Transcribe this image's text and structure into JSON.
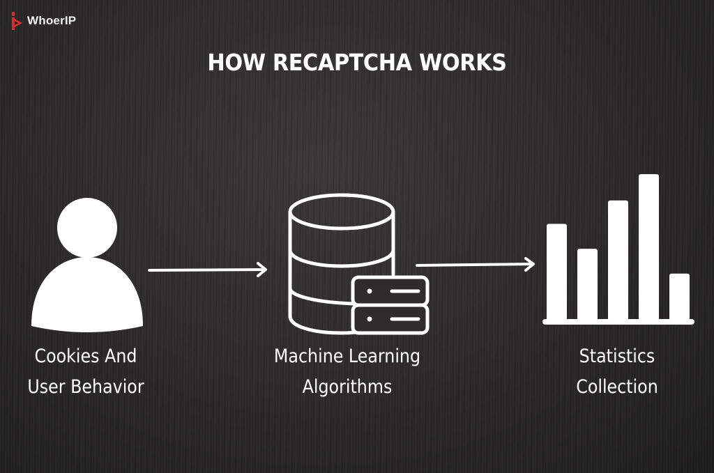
{
  "brand": {
    "name": "WhoerIP",
    "accent_color": "#d62e2e"
  },
  "title": "HOW RECAPTCHA WORKS",
  "steps": [
    {
      "icon": "user-icon",
      "label_line1": "Cookies And",
      "label_line2": "User Behavior"
    },
    {
      "icon": "database-server-icon",
      "label_line1": "Machine Learning",
      "label_line2": "Algorithms"
    },
    {
      "icon": "bar-chart-icon",
      "label_line1": "Statistics",
      "label_line2": "Collection"
    }
  ],
  "connectors": [
    {
      "from": "Cookies And User Behavior",
      "to": "Machine Learning Algorithms",
      "icon": "arrow-right-icon"
    },
    {
      "from": "Machine Learning Algorithms",
      "to": "Statistics Collection",
      "icon": "arrow-right-icon"
    }
  ],
  "decorative_bar_chart": {
    "relative_heights": [
      0.66,
      0.49,
      0.82,
      1.0,
      0.32
    ]
  }
}
